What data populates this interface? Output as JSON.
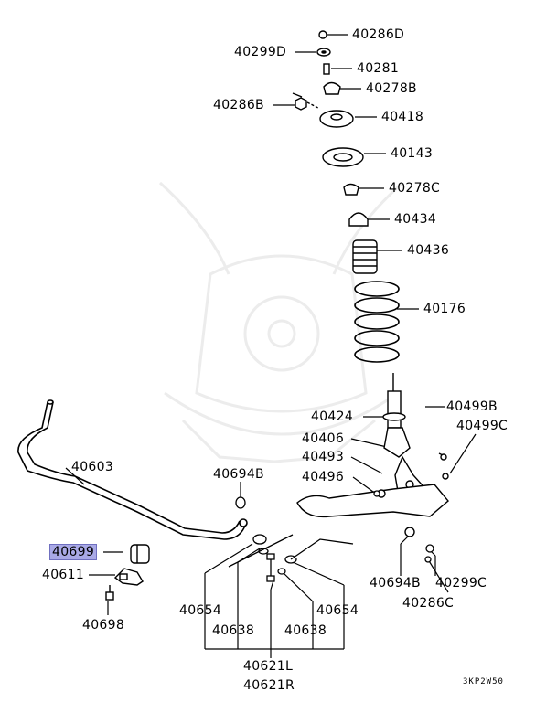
{
  "labels": {
    "p40286D": "40286D",
    "p40299D": "40299D",
    "p40281": "40281",
    "p40278B": "40278B",
    "p40286B": "40286B",
    "p40418": "40418",
    "p40143": "40143",
    "p40278C": "40278C",
    "p40434": "40434",
    "p40436": "40436",
    "p40176": "40176",
    "p40424": "40424",
    "p40499B": "40499B",
    "p40406": "40406",
    "p40499C": "40499C",
    "p40493": "40493",
    "p40603": "40603",
    "p40694B_a": "40694B",
    "p40496": "40496",
    "p40699": "40699",
    "p40611": "40611",
    "p40698": "40698",
    "p40654_l": "40654",
    "p40654_r": "40654",
    "p40638_l": "40638",
    "p40638_r": "40638",
    "p40621L": "40621L",
    "p40621R": "40621R",
    "p40694B_b": "40694B",
    "p40299C": "40299C",
    "p40286C": "40286C"
  },
  "diagram_code": "3KP2W50",
  "highlight_color": "#a9a9e6"
}
